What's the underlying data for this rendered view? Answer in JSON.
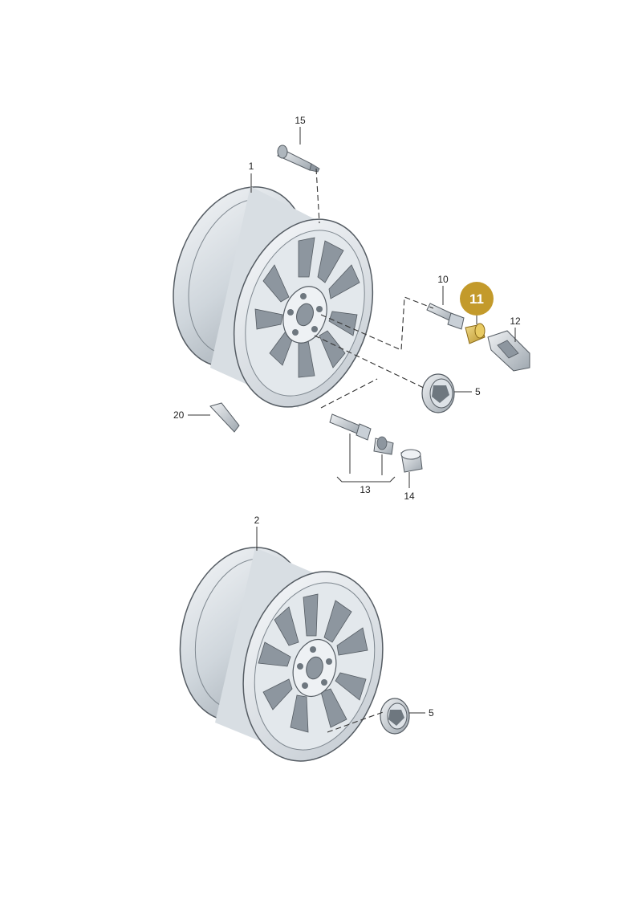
{
  "colors": {
    "metal_light": "#eef1f4",
    "metal_mid": "#c9d0d7",
    "metal_dark": "#8d969f",
    "outline": "#555c63",
    "highlight": "#c39a2b",
    "highlight_part": "#d9b84a"
  },
  "callouts": {
    "c1": "1",
    "c2": "2",
    "c5a": "5",
    "c5b": "5",
    "c10": "10",
    "c11": "11",
    "c12": "12",
    "c13": "13",
    "c14": "14",
    "c15": "15",
    "c20": "20"
  }
}
